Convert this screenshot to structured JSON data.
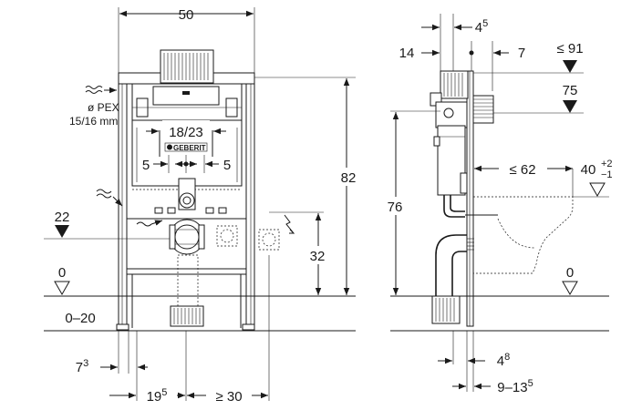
{
  "front_view": {
    "width_dim": "50",
    "height_dim": "82",
    "pipe_label_line1": "ø PEX",
    "pipe_label_line2": "15/16 mm",
    "flush_plate_range": "18/23",
    "brand_label": "GEBERIT",
    "offset_left": "5",
    "offset_right": "5",
    "waste_height_dim": "22",
    "power_height_dim": "32",
    "floor_level": "0",
    "floor_range": "0–20",
    "foot_dim_main": "7",
    "foot_dim_sup": "3",
    "bottom_dim_main": "19",
    "bottom_dim_sup": "5",
    "clearance_dim": "≥ 30"
  },
  "side_view": {
    "top_offset_main": "4",
    "top_offset_sup": "5",
    "left_offset": "14",
    "right_offset": "7",
    "top_height": "≤ 91",
    "mid_height": "75",
    "pan_depth": "≤ 62",
    "pan_height_main": "40",
    "pan_height_sup": "+2",
    "pan_height_sub": "−1",
    "frame_height": "76",
    "floor_level": "0",
    "bottom_offset_main": "4",
    "bottom_offset_sup": "8",
    "wall_range_main": "9–13",
    "wall_range_sup": "5"
  }
}
